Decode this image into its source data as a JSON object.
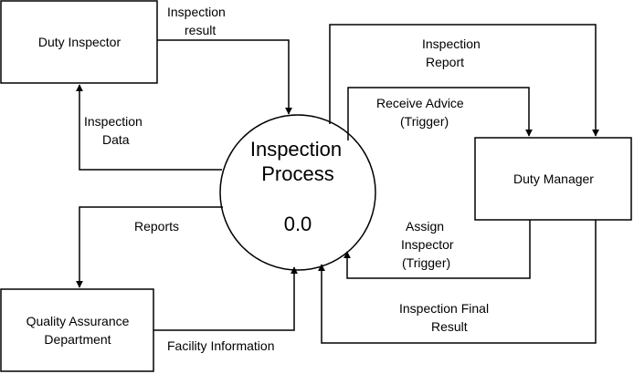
{
  "entities": {
    "duty_inspector": "Duty Inspector",
    "duty_manager": "Duty Manager",
    "qa_line1": "Quality Assurance",
    "qa_line2": "Department"
  },
  "process": {
    "line1": "Inspection",
    "line2": "Process",
    "id": "0.0"
  },
  "flows": {
    "inspection_result_l1": "Inspection",
    "inspection_result_l2": "result",
    "inspection_data_l1": "Inspection",
    "inspection_data_l2": "Data",
    "inspection_report_l1": "Inspection",
    "inspection_report_l2": "Report",
    "receive_advice_l1": "Receive Advice",
    "receive_advice_l2": "(Trigger)",
    "reports": "Reports",
    "assign_l1": "Assign",
    "assign_l2": "Inspector",
    "assign_l3": "(Trigger)",
    "final_result_l1": "Inspection Final",
    "final_result_l2": "Result",
    "facility_info": "Facility Information"
  }
}
